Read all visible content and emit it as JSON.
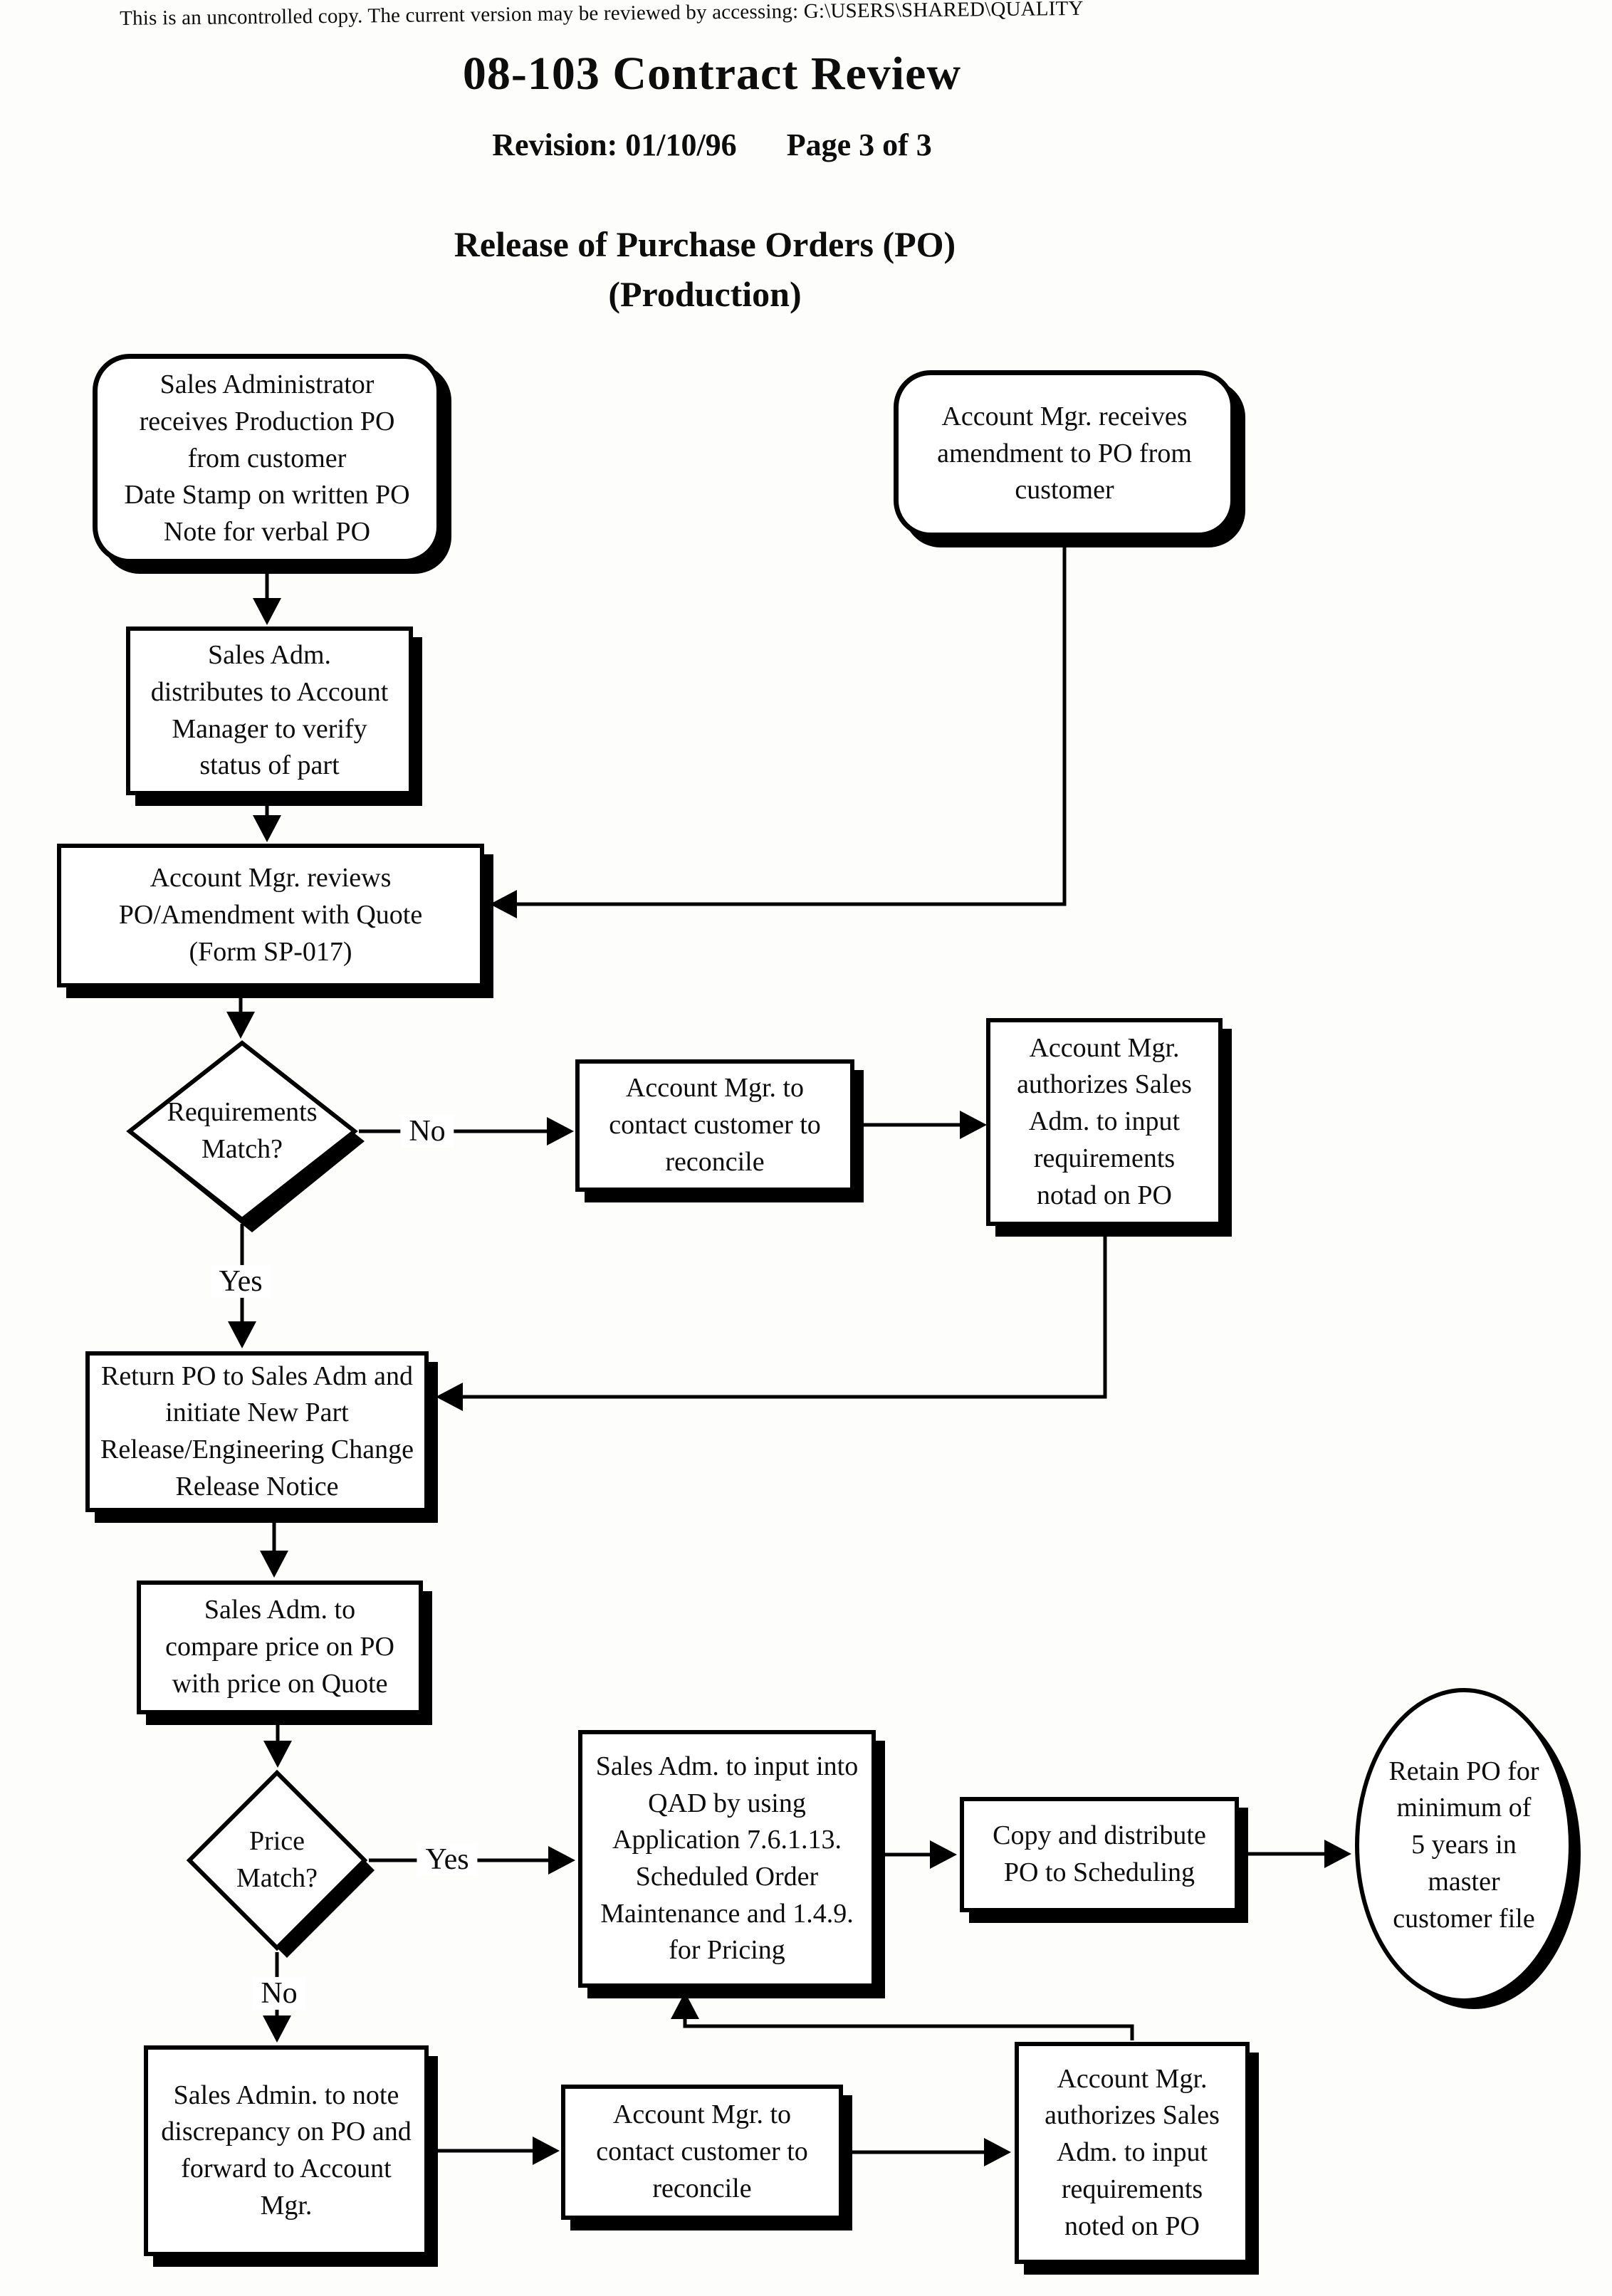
{
  "header": {
    "disclaimer": "This is an uncontrolled copy.  The current version may be reviewed by accessing:  G:\\USERS\\SHARED\\QUALITY",
    "title": "08-103 Contract Review",
    "revision_label": "Revision:  01/10/96",
    "page_label": "Page 3 of 3",
    "subtitle_line1": "Release of Purchase Orders (PO)",
    "subtitle_line2": "(Production)"
  },
  "nodes": {
    "start_sales_admin": {
      "lines": [
        "Sales Administrator",
        "receives Production PO",
        "from customer",
        "Date Stamp on written PO",
        "Note for verbal PO"
      ]
    },
    "amendment_received": {
      "lines": [
        "Account Mgr. receives",
        "amendment to PO from",
        "customer"
      ]
    },
    "distribute_to_account_mgr": {
      "lines": [
        "Sales Adm.",
        "distributes to Account",
        "Manager to verify",
        "status of part"
      ]
    },
    "review_po_amendment": {
      "lines": [
        "Account Mgr. reviews",
        "PO/Amendment with Quote",
        "(Form SP-017)"
      ]
    },
    "requirements_match": {
      "lines": [
        "Requirements",
        "Match?"
      ]
    },
    "contact_customer_reconcile_1": {
      "lines": [
        "Account Mgr. to",
        "contact customer to",
        "reconcile"
      ]
    },
    "authorize_input_notad": {
      "lines": [
        "Account Mgr.",
        "authorizes Sales",
        "Adm. to input",
        "requirements",
        "notad on PO"
      ]
    },
    "return_po_initiate_release": {
      "lines": [
        "Return PO to Sales Adm and",
        "initiate New Part",
        "Release/Engineering Change",
        "Release Notice"
      ]
    },
    "compare_price": {
      "lines": [
        "Sales Adm. to",
        "compare price on PO",
        "with price on Quote"
      ]
    },
    "price_match": {
      "lines": [
        "Price",
        "Match?"
      ]
    },
    "input_into_qad": {
      "lines": [
        "Sales Adm. to input into",
        "QAD by using",
        "Application 7.6.1.13.",
        "Scheduled Order",
        "Maintenance and 1.4.9.",
        "for Pricing"
      ]
    },
    "copy_distribute_po": {
      "lines": [
        "Copy and distribute",
        "PO to Scheduling"
      ]
    },
    "retain_po": {
      "lines": [
        "Retain PO for",
        "minimum of",
        "5 years in",
        "master",
        "customer file"
      ]
    },
    "note_discrepancy": {
      "lines": [
        "Sales Admin. to note",
        "discrepancy on PO and",
        "forward to Account",
        "Mgr."
      ]
    },
    "contact_customer_reconcile_2": {
      "lines": [
        "Account Mgr. to",
        "contact customer to",
        "reconcile"
      ]
    },
    "authorize_input_noted": {
      "lines": [
        "Account Mgr.",
        "authorizes Sales",
        "Adm. to input",
        "requirements",
        "noted on PO"
      ]
    }
  },
  "edge_labels": {
    "requirements_no": "No",
    "requirements_yes": "Yes",
    "price_yes": "Yes",
    "price_no": "No"
  }
}
